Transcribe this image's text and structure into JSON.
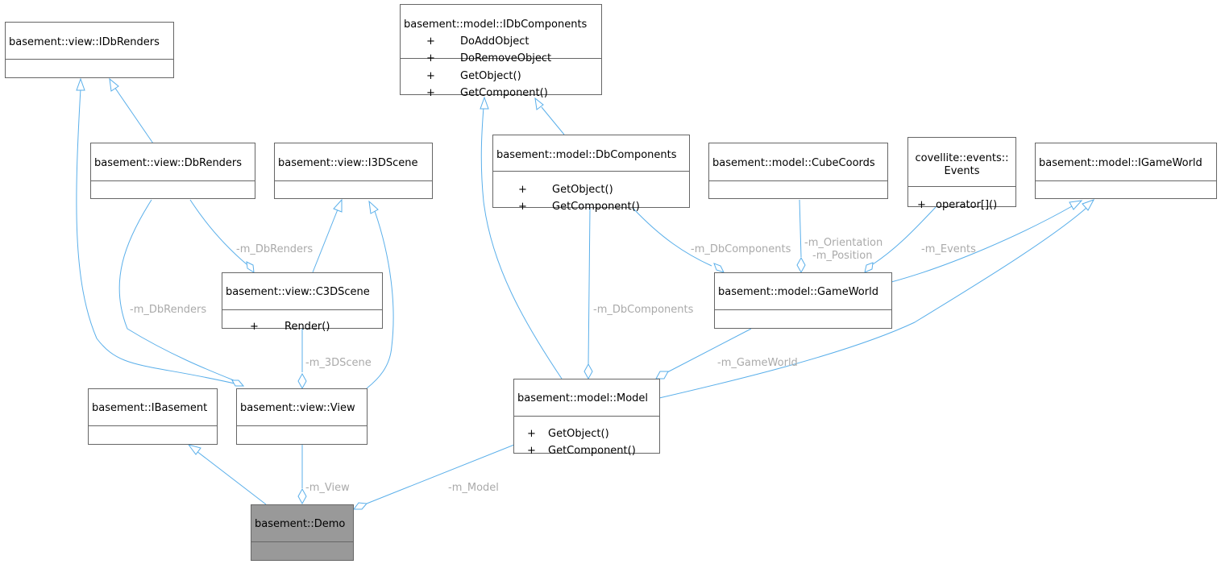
{
  "classes": {
    "idb_renders": {
      "name": "basement::view::IDbRenders"
    },
    "idb_components": {
      "name": "basement::model::IDbComponents",
      "members": [
        {
          "vis": "+",
          "name": "DoAddObject"
        },
        {
          "vis": "+",
          "name": "DoRemoveObject"
        },
        {
          "vis": "+",
          "name": "GetObject()"
        },
        {
          "vis": "+",
          "name": "GetComponent()"
        }
      ]
    },
    "db_renders": {
      "name": "basement::view::DbRenders"
    },
    "i3d_scene": {
      "name": "basement::view::I3DScene"
    },
    "db_components": {
      "name": "basement::model::DbComponents",
      "members": [
        {
          "vis": "+",
          "name": "GetObject()"
        },
        {
          "vis": "+",
          "name": "GetComponent()"
        }
      ]
    },
    "cube_coords": {
      "name": "basement::model::CubeCoords"
    },
    "events": {
      "name": "covellite::events::\nEvents",
      "members": [
        {
          "vis": "+",
          "name": "operator[]()"
        }
      ]
    },
    "igame_world": {
      "name": "basement::model::IGameWorld"
    },
    "c3d_scene": {
      "name": "basement::view::C3DScene",
      "members": [
        {
          "vis": "+",
          "name": "Render()"
        }
      ]
    },
    "game_world": {
      "name": "basement::model::GameWorld"
    },
    "ibasement": {
      "name": "basement::IBasement"
    },
    "view": {
      "name": "basement::view::View"
    },
    "model": {
      "name": "basement::model::Model",
      "members": [
        {
          "vis": "+",
          "name": "GetObject()"
        },
        {
          "vis": "+",
          "name": "GetComponent()"
        }
      ]
    },
    "demo": {
      "name": "basement::Demo"
    }
  },
  "edge_labels": {
    "dbrenders_c3dscene": "-m_DbRenders",
    "dbrenders_view": "-m_DbRenders",
    "dbcomponents_gameworld": "-m_DbComponents",
    "orientation": "-m_Orientation",
    "position": "-m_Position",
    "events": "-m_Events",
    "dbcomponents_model": "-m_DbComponents",
    "scene": "-m_3DScene",
    "gameworld": "-m_GameWorld",
    "view": "-m_View",
    "model": "-m_Model"
  },
  "colors": {
    "edge": "#5aafea",
    "edge_label": "#aaaaaa",
    "border": "#666666",
    "highlight_fill": "#999999"
  }
}
